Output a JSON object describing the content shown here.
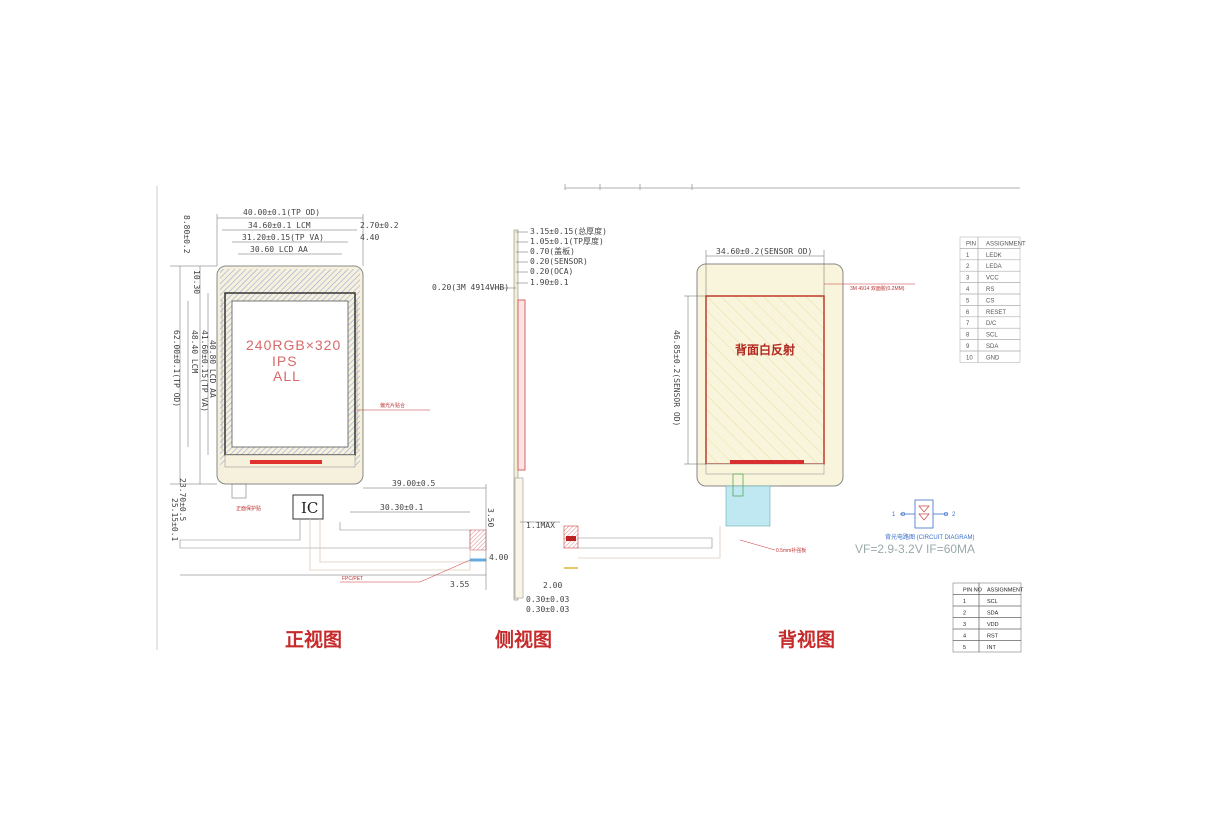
{
  "front": {
    "title": "正视图",
    "resolution": "240RGB×320",
    "panel_type": "IPS",
    "viewing": "ALL",
    "dims_top": [
      "40.00±0.1(TP OD)",
      "34.60±0.1  LCM",
      "31.20±0.15(TP VA)",
      "30.60  LCD  AA",
      "2.70±0.2",
      "4.40"
    ],
    "dims_left": [
      "8.80±0.2",
      "10.30",
      "40.80  LCD AA",
      "41.60±0.15(TP VA)",
      "48.40  LCM",
      "62.00±0.1(TP OD)"
    ],
    "dims_bottom": [
      "39.00±0.5",
      "30.30±0.1",
      "23.70±0.5",
      "25.15±0.1",
      "3.50",
      "4.00",
      "3.55"
    ],
    "ic_label": "IC",
    "note_right": "偏光片贴合",
    "note_tape": "正面保护贴",
    "note_fpc": "FPC/PET"
  },
  "side": {
    "title": "侧视图",
    "dims": [
      "3.15±0.15(总厚度)",
      "1.05±0.1(TP厚度)",
      "0.70(盖板)",
      "0.20(SENSOR)",
      "0.20(OCA)",
      "1.90±0.1",
      "0.20(3M 4914VHB)"
    ],
    "dims_bottom": [
      "1.1MAX",
      "2.00",
      "0.30±0.03",
      "0.30±0.03"
    ]
  },
  "back": {
    "title": "背视图",
    "sensor_od": "34.60±0.2(SENSOR OD)",
    "sensor_height": "46.85±0.2(SENSOR OD)",
    "reflect_label": "背面白反射",
    "note_tape": "3M 4914 双面胶(0.2MM)",
    "note_stiffener": "0.5mm补强板",
    "vf": "VF=2.9-3.2V  IF=60MA",
    "circuit_caption": "背光电路图 (CIRCUIT DIAGRAM)",
    "circuit_pins": [
      "1",
      "2"
    ]
  },
  "pin_table_1": {
    "headers": [
      "PIN",
      "ASSIGNMENT"
    ],
    "rows": [
      [
        "1",
        "LEDK"
      ],
      [
        "2",
        "LEDA"
      ],
      [
        "3",
        "VCC"
      ],
      [
        "4",
        "RS"
      ],
      [
        "5",
        "CS"
      ],
      [
        "6",
        "RESET"
      ],
      [
        "7",
        "D/C"
      ],
      [
        "8",
        "SCL"
      ],
      [
        "9",
        "SDA"
      ],
      [
        "10",
        "GND"
      ]
    ]
  },
  "pin_table_2": {
    "headers": [
      "PIN NO",
      "ASSIGNMENT"
    ],
    "rows": [
      [
        "1",
        "SCL"
      ],
      [
        "2",
        "SDA"
      ],
      [
        "3",
        "VDD"
      ],
      [
        "4",
        "RST"
      ],
      [
        "5",
        "INT"
      ]
    ]
  }
}
